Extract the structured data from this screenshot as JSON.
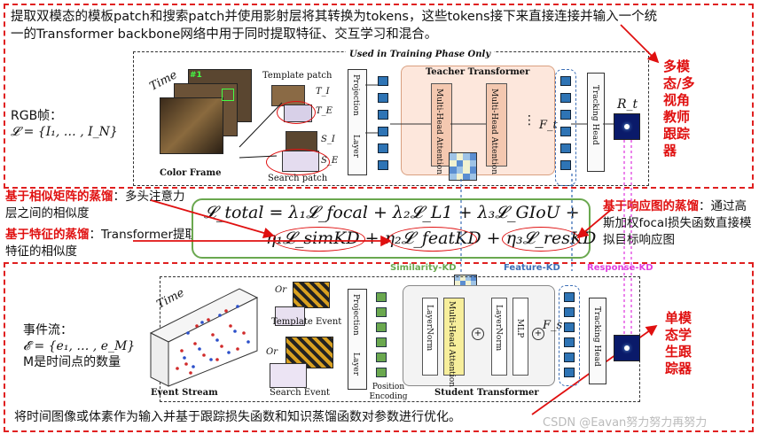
{
  "top_desc": "提取双模态的模板patch和搜索patch并使用影射层将其转换为tokens，这些tokens接下来直接连接并输入一个统一的Transformer backbone网络中用于同时提取特征、交互学习和混合。",
  "rgb": {
    "title": "RGB帧：",
    "formula": "𝓛 = {I₁, … , I_N}"
  },
  "teacher": {
    "phase_label": "Used in Training Phase Only",
    "template_label": "Template patch",
    "search_label": "Search patch",
    "color_frame": "Color Frame",
    "time": "Time",
    "frame_marker": "#1",
    "projection": "Projection",
    "layer": "Layer",
    "title": "Teacher Transformer",
    "mha": "Multi-Head Attention",
    "ft": "F_t",
    "tracking_head": "Tracking Head",
    "rt": "R_t",
    "t_i": "T_I",
    "t_e": "T_E",
    "s_i": "S_I",
    "s_e": "S_E"
  },
  "right_top": "多模态/多视角教师跟踪器",
  "sim_kd": {
    "title": "基于相似矩阵的蒸馏",
    "text": "：多头注意力层之间的相似度"
  },
  "feat_kd": {
    "title": "基于特征的蒸馏",
    "text": "：Transformer提取特征的相似度"
  },
  "resp_kd": {
    "title": "基于响应图的蒸馏",
    "text": "：通过高斯加权focal损失函数直接模拟目标响应图"
  },
  "loss": {
    "line1": "𝓛_total = λ₁𝓛_focal + λ₂𝓛_L1 + λ₃𝓛_GIoU +",
    "line2": "η₁𝓛_simKD + η₂𝓛_featKD + η₃𝓛_resKD"
  },
  "student": {
    "sim_label": "Similarity-KD",
    "feat_label": "Feature-KD",
    "resp_label": "Response-KD",
    "time": "Time",
    "or1": "Or",
    "or2": "Or",
    "template_event": "Template Event",
    "search_event": "Search Event",
    "event_stream": "Event Stream",
    "projection": "Projection",
    "layer": "Layer",
    "pos_enc": "Position Encoding",
    "layernorm1": "LayerNorm",
    "mha": "Multi-Head Attention",
    "layernorm2": "LayerNorm",
    "mlp": "MLP",
    "fs": "F_s",
    "title": "Student Transformer",
    "tracking_head": "Tracking Head"
  },
  "event": {
    "title": "事件流：",
    "formula": "𝓔 = {e₁, … , e_M}",
    "desc": "M是时间点的数量"
  },
  "right_bottom": "单模态学生跟踪器",
  "bottom_desc": "将时间图像或体素作为输入并基于跟踪损失函数和知识蒸馏函数对参数进行优化。",
  "watermark": "CSDN @Eavan努力努力再努力",
  "colors": {
    "red": "#e01010",
    "teacher_bg": "#fde7dc",
    "attn": "#f4c8b0",
    "student_attn": "#f7ee9b",
    "green": "#6aa84f",
    "blue": "#3d6fb6",
    "pink": "#e040e0",
    "token": "#2e74b5"
  }
}
